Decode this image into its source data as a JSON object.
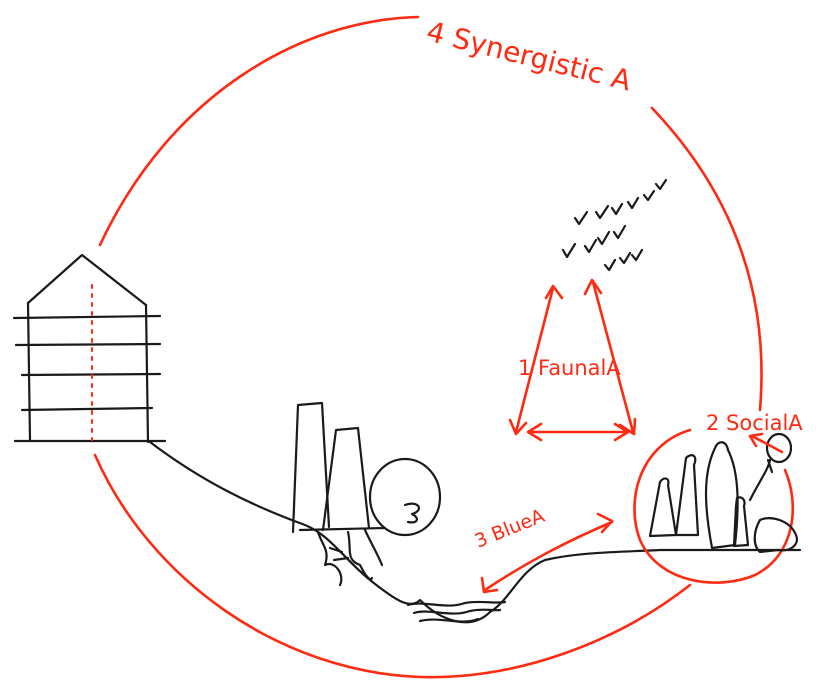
{
  "labels": {
    "synergistic": "4 Synergistic A",
    "faunal": "1 FaunalA",
    "social": "2 SocialA",
    "blue": "3 BlueA"
  },
  "colors": {
    "accent": "#ff2a12",
    "ink": "#1a1a1a",
    "background": "#ffffff"
  }
}
